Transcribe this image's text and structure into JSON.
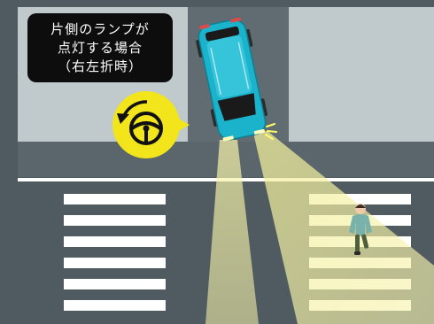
{
  "callout": {
    "line1": "片側のランプが",
    "line2": "点灯する場合",
    "line3": "（右左折時）"
  },
  "colors": {
    "road": "#4f5b60",
    "lane": "#616c72",
    "sidewalk": "#c0c9cc",
    "crosswalk_stripe": "#ffffff",
    "car_body": "#1bb3cc",
    "headlight_beam": "#f7f3a9",
    "steering_badge": "#f2e51c",
    "callout_bg": "#0d0d0d",
    "pedestrian_shirt": "#79b2ab",
    "pedestrian_pants": "#4d5f3c"
  },
  "icons": {
    "steering": "steering-wheel-icon",
    "turn_direction": "counterclockwise-arrow-icon"
  }
}
